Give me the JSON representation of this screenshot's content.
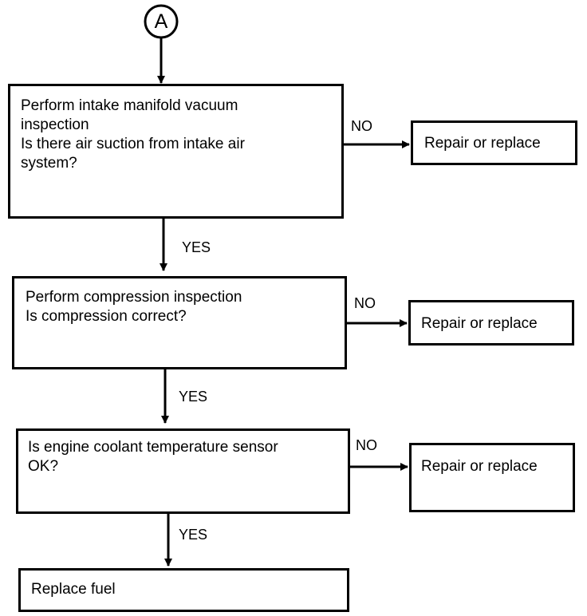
{
  "connector": {
    "label": "A"
  },
  "steps": [
    {
      "text": "Perform intake manifold vacuum\ninspection\nIs there air suction from intake air\nsystem?",
      "yes_label": "YES",
      "no_label": "NO",
      "no_action": "Repair or replace"
    },
    {
      "text": "Perform compression inspection\nIs compression correct?",
      "yes_label": "YES",
      "no_label": "NO",
      "no_action": "Repair or replace"
    },
    {
      "text": "Is engine coolant temperature sensor\nOK?",
      "yes_label": "YES",
      "no_label": "NO",
      "no_action": "Repair or replace"
    }
  ],
  "final": {
    "text": "Replace fuel"
  }
}
